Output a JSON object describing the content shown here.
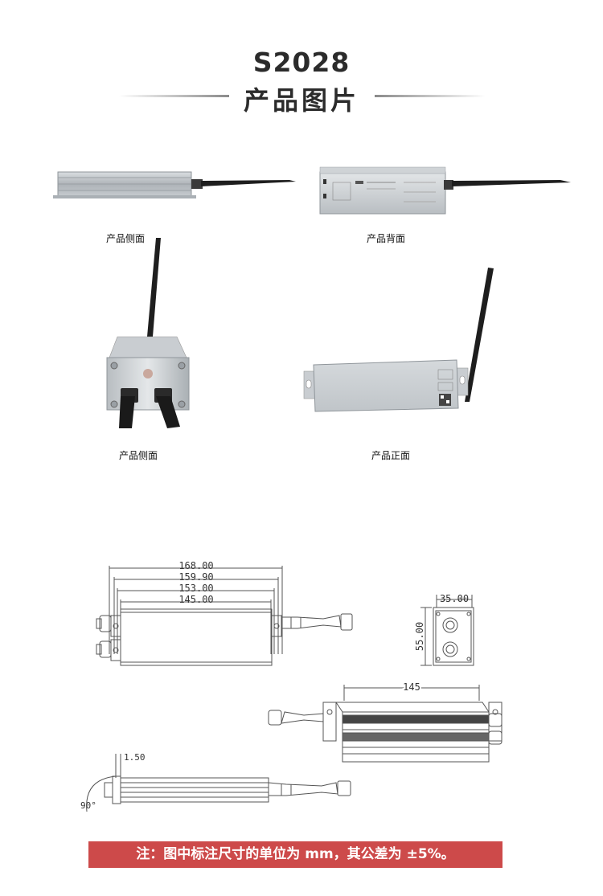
{
  "header": {
    "model": "S2028",
    "title": "产品图片"
  },
  "photos": [
    {
      "caption": "产品侧面"
    },
    {
      "caption": "产品背面"
    },
    {
      "caption": "产品侧面"
    },
    {
      "caption": "产品正面"
    }
  ],
  "dimensions": {
    "top_view": [
      "168.00",
      "159.90",
      "153.00",
      "145.00"
    ],
    "end_width": "35.00",
    "end_height": "55.00",
    "iso_length": "145",
    "side_offset": "1.50",
    "side_angle": "90°"
  },
  "notice": "注：图中标注尺寸的单位为 mm，其公差为 ±5%。"
}
